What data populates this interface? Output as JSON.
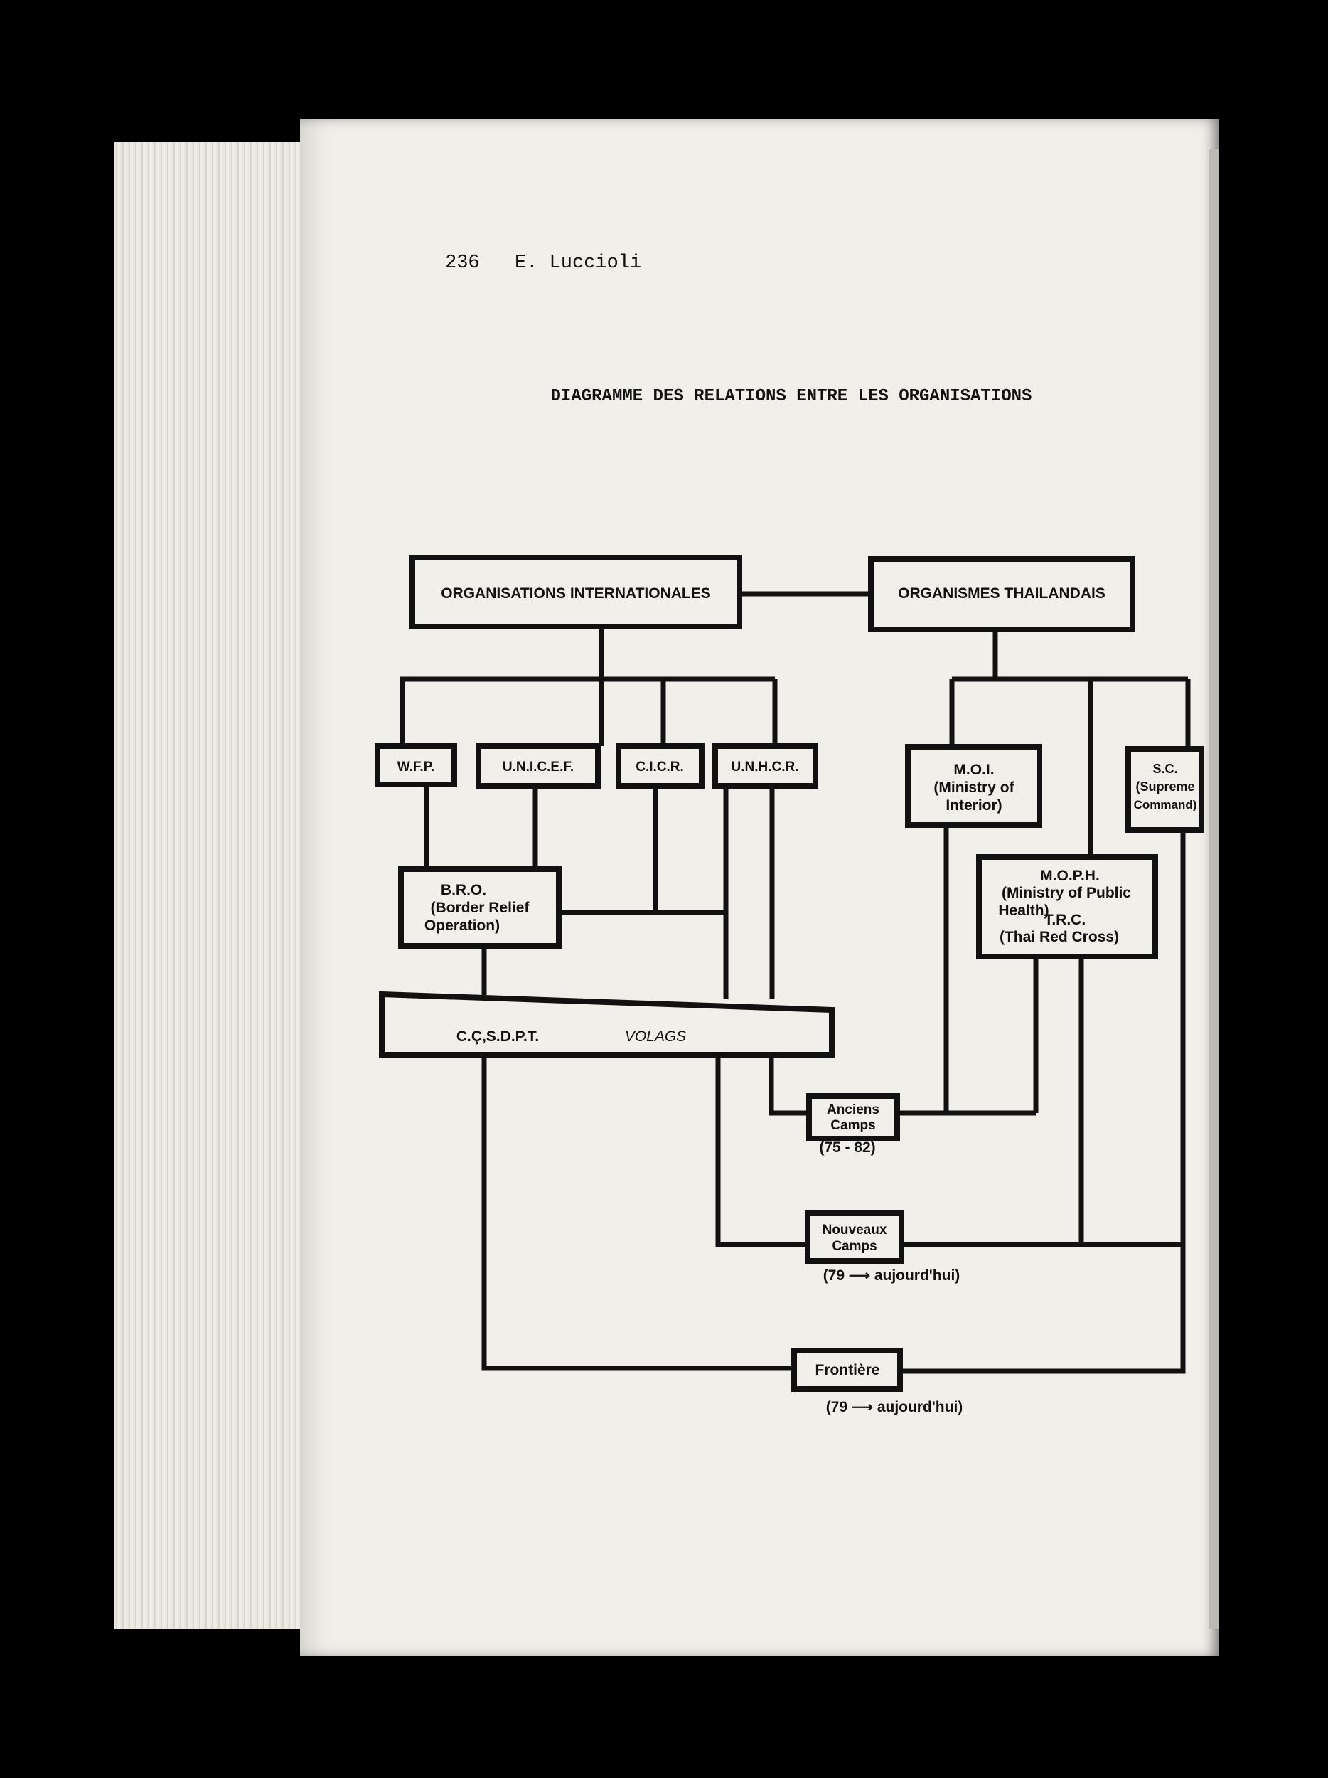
{
  "header": {
    "page_number": "236",
    "author": "E. Luccioli"
  },
  "title": "DIAGRAMME DES RELATIONS ENTRE LES ORGANISATIONS",
  "boxes": {
    "org_intl": [
      "ORGANISATIONS INTERNATIONALES"
    ],
    "org_thai": [
      "ORGANISMES THAILANDAIS"
    ],
    "wfp": [
      "W.F.P."
    ],
    "unicef": [
      "U.N.I.C.E.F."
    ],
    "cicr": [
      "C.I.C.R."
    ],
    "unhcr": [
      "U.N.H.C.R."
    ],
    "moi": [
      "M.O.I.",
      "(Ministry of",
      "Interior)"
    ],
    "sc": [
      "S.C.",
      "(Supreme",
      "Command)"
    ],
    "bro": [
      "B.R.O.",
      "(Border Relief",
      "Operation)"
    ],
    "moph": [
      "M.O.P.H.",
      "(Ministry of Public",
      "Health)",
      "T.R.C.",
      "(Thai Red Cross)"
    ],
    "ccsdpt": [
      "C.Ç,S.D.P.T.",
      "VOLAGS"
    ],
    "anciens": [
      "Anciens",
      "Camps"
    ],
    "nouveaux": [
      "Nouveaux",
      "Camps"
    ],
    "frontiere": [
      "Frontière"
    ]
  },
  "captions": {
    "anciens": "(75 - 82)",
    "nouveaux": "(79 ⟶ aujourd'hui)",
    "frontiere": "(79 ⟶ aujourd'hui)"
  }
}
